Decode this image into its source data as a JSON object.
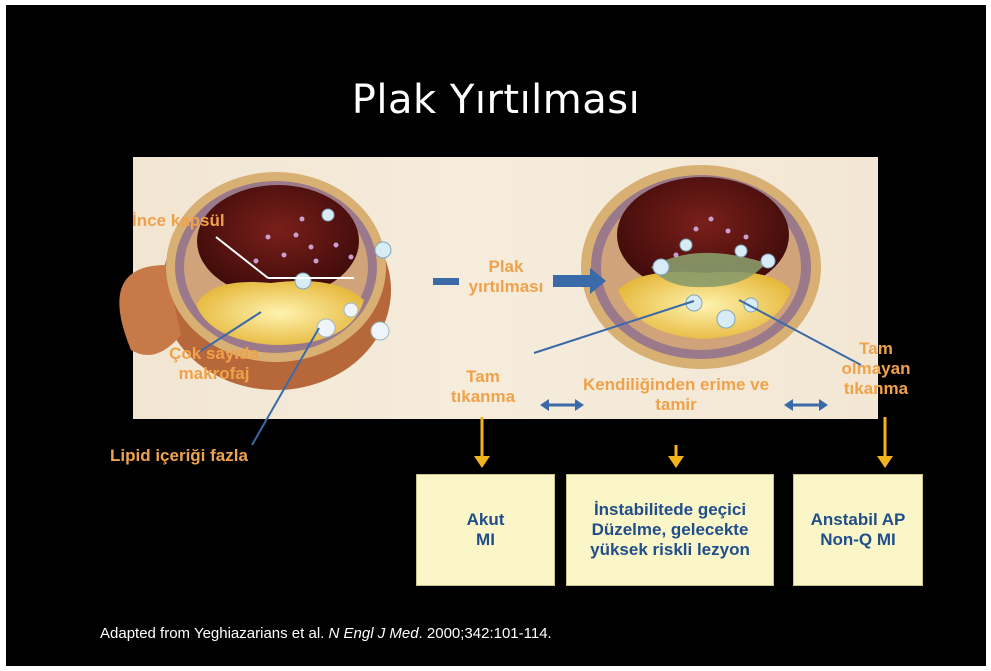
{
  "title": "Plak Yırtılması",
  "labels": {
    "ince_kapsul": "İnce kapsül",
    "cok_sayida_1": "Çok sayıda",
    "cok_sayida_2": "makrofaj",
    "lipid": "Lipid içeriği fazla",
    "plak_1": "Plak",
    "plak_2": "yırtılması",
    "tam_1": "Tam",
    "tam_2": "tıkanma",
    "kendiliginden_1": "Kendiliğinden erime ve",
    "kendiliginden_2": "tamir",
    "tam_olmayan_1": "Tam",
    "tam_olmayan_2": "olmayan",
    "tam_olmayan_3": "tıkanma"
  },
  "boxes": {
    "akut_1": "Akut",
    "akut_2": "MI",
    "instabil_1": "İnstabilitede geçici",
    "instabil_2": "Düzelme, gelecekte",
    "instabil_3": "yüksek riskli lezyon",
    "anstabil_1": "Anstabil AP",
    "anstabil_2": "Non-Q MI"
  },
  "citation": {
    "prefix": "Adapted from Yeghiazarians et al. ",
    "journal": "N Engl J Med",
    "suffix": ". 2000;342:101-114."
  },
  "colors": {
    "background": "#000000",
    "label_orange": "#f0a24a",
    "box_fill": "#fbf6c8",
    "box_text": "#1f4e8a",
    "arrow_yellow": "#f2b41c",
    "arrow_blue": "#3b6aa8"
  }
}
